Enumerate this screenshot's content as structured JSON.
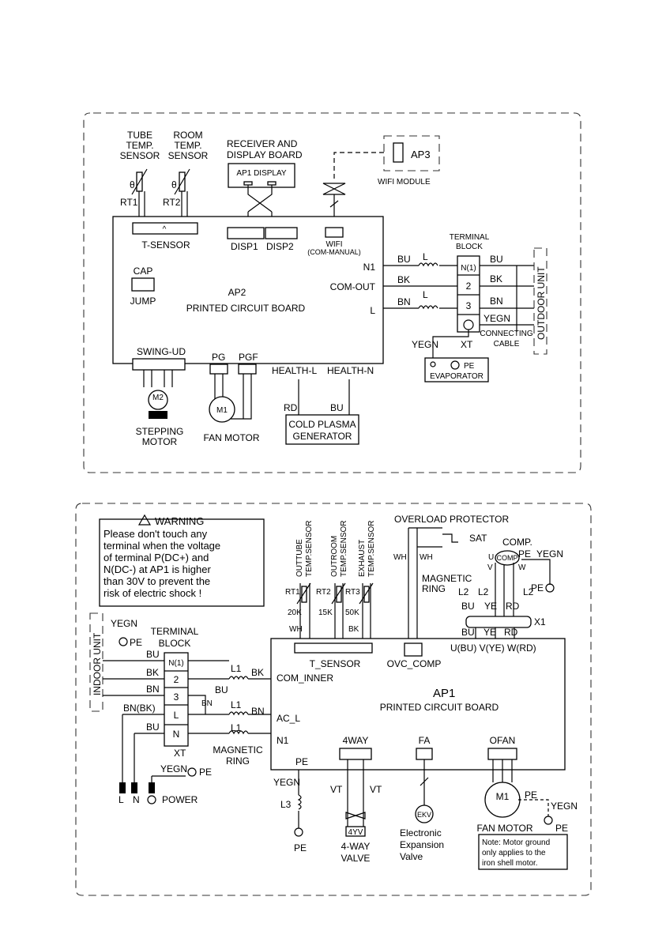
{
  "indoor": {
    "tube_sensor": [
      "TUBE",
      "TEMP.",
      "SENSOR"
    ],
    "room_sensor": [
      "ROOM",
      "TEMP.",
      "SENSOR"
    ],
    "receiver_board": [
      "RECEIVER AND",
      "DISPLAY BOARD"
    ],
    "ap1_display": "AP1  DISPLAY",
    "ap3": "AP3",
    "wifi_module": "WIFI MODULE",
    "rt1": "RT1",
    "rt2": "RT2",
    "theta": "θ",
    "t_sensor": "T-SENSOR",
    "disp1": "DISP1",
    "disp2": "DISP2",
    "wifi_conn": [
      "WIFI",
      "(COM-MANUAL)"
    ],
    "cap": "CAP",
    "jump": "JUMP",
    "ap2": "AP2",
    "ap2_board": "PRINTED CIRCUIT BOARD",
    "n1": "N1",
    "com_out": "COM-OUT",
    "l": "L",
    "terminal_block": [
      "TERMINAL",
      "BLOCK"
    ],
    "wire_bu": "BU",
    "wire_bk": "BK",
    "wire_bn": "BN",
    "wire_l": "L",
    "tb_n1": "N(1)",
    "tb_2": "2",
    "tb_3": "3",
    "yegn": "YEGN",
    "xt": "XT",
    "connecting_cable": [
      "CONNECTING",
      "CABLE"
    ],
    "outdoor_unit": "OUTDOOR UNIT",
    "pe": "PE",
    "evaporator": "EVAPORATOR",
    "swing_ud": "SWING-UD",
    "pg": "PG",
    "pgf": "PGF",
    "health_l": "HEALTH-L",
    "health_n": "HEALTH-N",
    "m2": "M2",
    "m1": "M1",
    "stepping_motor": [
      "STEPPING",
      "MOTOR"
    ],
    "fan_motor": "FAN MOTOR",
    "rd": "RD",
    "bu": "BU",
    "cold_plasma": [
      "COLD PLASMA",
      "GENERATOR"
    ]
  },
  "outdoor": {
    "warning_title": "WARNING",
    "warning_lines": [
      "Please don't touch any",
      "terminal when the voltage",
      "of terminal P(DC+) and",
      "N(DC-) at AP1 is higher",
      "than 30V to prevent the",
      "risk of electric shock !"
    ],
    "sensors": [
      {
        "label": [
          "OUTTUBE",
          "TEMP.SENSOR"
        ],
        "rt": "RT1",
        "value": "20K",
        "wire": "WH"
      },
      {
        "label": [
          "OUTROOM",
          "TEMP.SENSOR"
        ],
        "rt": "RT2",
        "value": "15K",
        "wire": ""
      },
      {
        "label": [
          "EXHAUST",
          "TEMP.SENSOR"
        ],
        "rt": "RT3",
        "value": "50K",
        "wire": "BK"
      }
    ],
    "overload_protector": "OVERLOAD PROTECTOR",
    "sat": "SAT",
    "wh": "WH",
    "comp": "COMP.",
    "comp_inner": "COMP",
    "u": "U",
    "v": "V",
    "w": "W",
    "pe": "PE",
    "yegn": "YEGN",
    "magnetic_ring": [
      "MAGNETIC",
      "RING"
    ],
    "l2": "L2",
    "bu": "BU",
    "ye": "YE",
    "rd": "RD",
    "x1": "X1",
    "indoor_unit": "INDOOR UNIT",
    "terminal_block": [
      "TERMINAL",
      "BLOCK"
    ],
    "tb": [
      "N(1)",
      "2",
      "3",
      "L",
      "N"
    ],
    "wires_left": [
      "BU",
      "BK",
      "BN",
      "BN(BK)",
      "BU"
    ],
    "bk": "BK",
    "bn": "BN",
    "l1": "L1",
    "t_sensor": "T_SENSOR",
    "ovc_comp": "OVC_COMP",
    "uvw": "U(BU) V(YE) W(RD)",
    "com_inner": "COM_INNER",
    "ap1": "AP1",
    "ap1_board": "PRINTED CIRCUIT BOARD",
    "ac_l": "AC_L",
    "n1": "N1",
    "xt": "XT",
    "mag_ring2": [
      "MAGNETIC",
      "RING"
    ],
    "fourway": "4WAY",
    "fa": "FA",
    "ofan": "OFAN",
    "power": "POWER",
    "l": "L",
    "n": "N",
    "l3": "L3",
    "vt": "VT",
    "yv": "4YV",
    "fourway_valve": [
      "4-WAY",
      "VALVE"
    ],
    "ekv": "EKV",
    "exp_valve": [
      "Electronic",
      "Expansion",
      "Valve"
    ],
    "m1": "M1",
    "fan_motor": "FAN MOTOR",
    "note": [
      "Note: Motor ground",
      "only applies to the",
      "iron shell motor."
    ]
  }
}
